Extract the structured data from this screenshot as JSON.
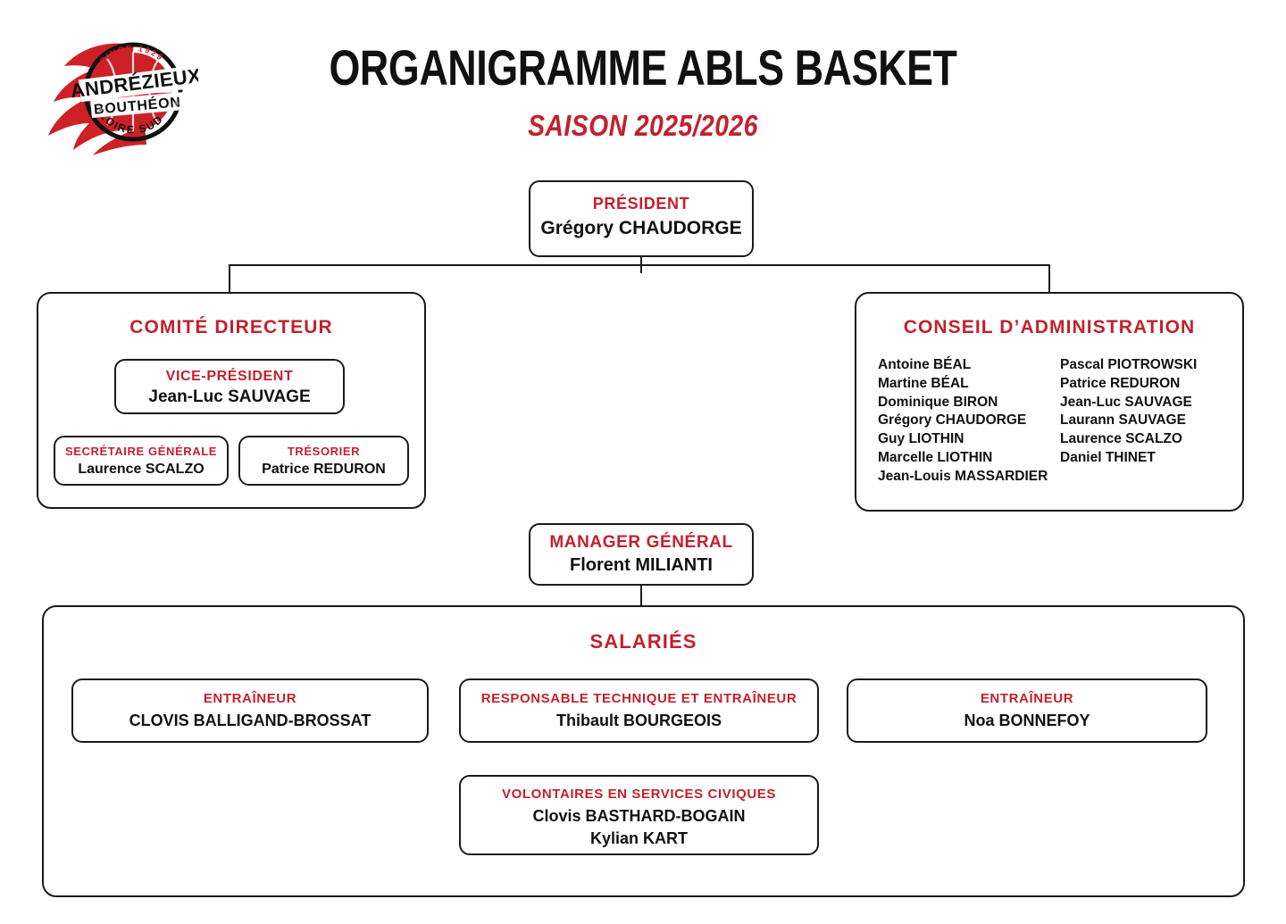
{
  "header": {
    "title": "ORGANIGRAMME ABLS BASKET",
    "subtitle": "SAISON 2025/2026",
    "logo": {
      "name": "abls-basket-logo",
      "since": "SINCE 1929",
      "line1": "ANDRÉZIEUX",
      "line2": "BOUTHÉON",
      "line3": "LOIRE SUD"
    }
  },
  "colors": {
    "accent_red": "#C2212E",
    "text_black": "#111111",
    "border": "#1a1a1a",
    "background": "#FFFFFF"
  },
  "chart_data": {
    "type": "diagram",
    "title": "ORGANIGRAMME ABLS BASKET",
    "subtitle": "SAISON 2025/2026"
  },
  "president": {
    "role": "PRÉSIDENT",
    "person": "Grégory CHAUDORGE"
  },
  "comite_directeur": {
    "title": "COMITÉ DIRECTEUR",
    "vice_president": {
      "role": "VICE-PRÉSIDENT",
      "person": "Jean-Luc SAUVAGE"
    },
    "secretaire": {
      "role": "SECRÉTAIRE GÉNÉRALE",
      "person": "Laurence SCALZO"
    },
    "tresorier": {
      "role": "TRÉSORIER",
      "person": "Patrice REDURON"
    }
  },
  "conseil_administration": {
    "title": "CONSEIL D’ADMINISTRATION",
    "column_left": [
      "Antoine BÉAL",
      "Martine BÉAL",
      "Dominique BIRON",
      "Grégory CHAUDORGE",
      "Guy LIOTHIN",
      "Marcelle LIOTHIN",
      "Jean-Louis MASSARDIER"
    ],
    "column_right": [
      "Pascal PIOTROWSKI",
      "Patrice REDURON",
      "Jean-Luc SAUVAGE",
      "Laurann SAUVAGE",
      "Laurence SCALZO",
      "Daniel THINET"
    ]
  },
  "manager_general": {
    "role": "MANAGER GÉNÉRAL",
    "person": "Florent MILIANTI"
  },
  "salaries": {
    "title": "SALARIÉS",
    "entraineur_1": {
      "role": "ENTRAÎNEUR",
      "person": "CLOVIS BALLIGAND-BROSSAT"
    },
    "responsable_technique": {
      "role": "RESPONSABLE TECHNIQUE ET ENTRAÎNEUR",
      "person": "Thibault BOURGEOIS"
    },
    "entraineur_2": {
      "role": "ENTRAÎNEUR",
      "person": "Noa BONNEFOY"
    },
    "volontaires": {
      "role": "VOLONTAIRES EN SERVICES CIVIQUES",
      "person_1": "Clovis BASTHARD-BOGAIN",
      "person_2": "Kylian KART"
    }
  }
}
